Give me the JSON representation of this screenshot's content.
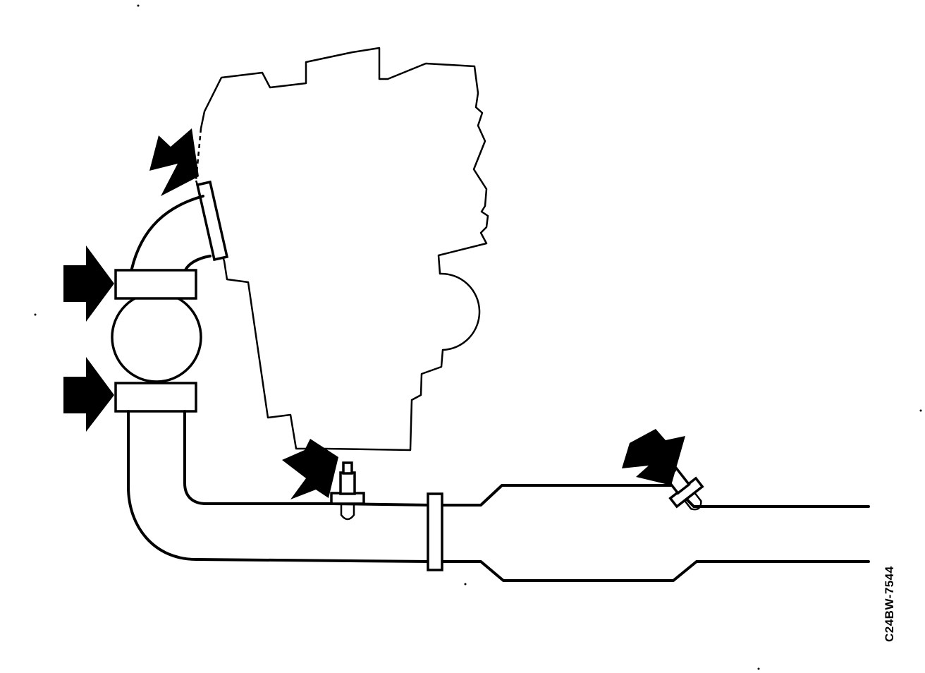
{
  "figure_code": "C24BW-7544",
  "colors": {
    "line": "#000000",
    "background": "#ffffff"
  },
  "callouts": [
    {
      "id": "engine-flange-arrow"
    },
    {
      "id": "upper-clamp-arrow"
    },
    {
      "id": "lower-clamp-arrow"
    },
    {
      "id": "front-sensor-arrow"
    },
    {
      "id": "rear-sensor-arrow"
    }
  ]
}
